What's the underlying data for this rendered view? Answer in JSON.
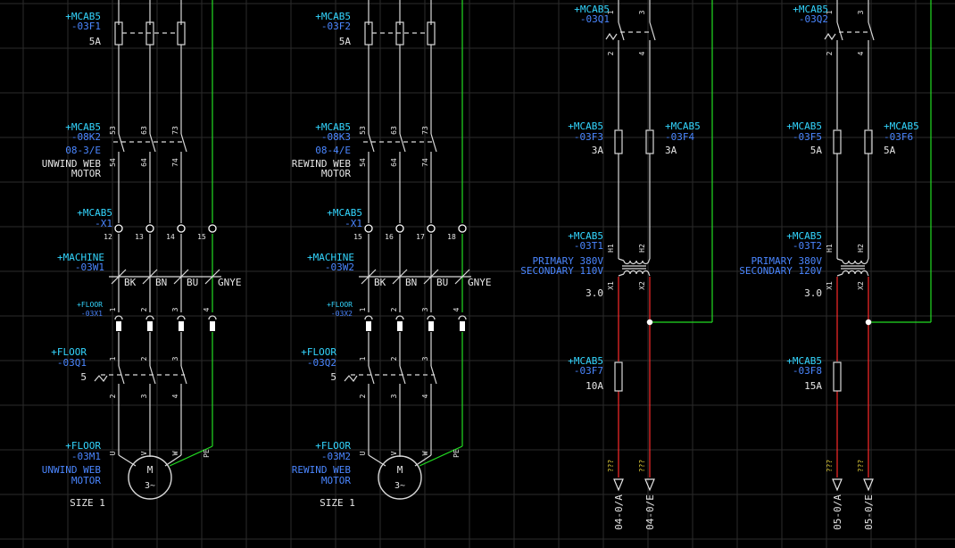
{
  "colors": {
    "background": "#000000",
    "grid": "#2b2b2b",
    "wire": "#d9d9d9",
    "pe_wire": "#22dd22",
    "live_wire": "#ff2a2a",
    "cyan_label": "#33d6ff",
    "blue_label": "#4a86ff",
    "white_text": "#e6e6e6",
    "yellow_text": "#e6d23a",
    "node": "#ffffff"
  },
  "motor_unwind": {
    "breaker": {
      "loc": "+MCAB5",
      "tag": "-03F1",
      "rating": "5A"
    },
    "contactor": {
      "loc": "+MCAB5",
      "tag": "-08K2",
      "ref": "08-3/E",
      "desc1": "UNWIND WEB",
      "desc2": "MOTOR",
      "pins_top": [
        "53",
        "63",
        "73"
      ],
      "pins_bot": [
        "54",
        "64",
        "74"
      ]
    },
    "terminals": {
      "loc": "+MCAB5",
      "tag": "-X1",
      "numbers": [
        "12",
        "13",
        "14",
        "15"
      ]
    },
    "cable": {
      "loc": "+MACHINE",
      "tag": "-03W1",
      "cores": [
        "BK",
        "BN",
        "BU",
        "GNYE"
      ]
    },
    "plug": {
      "loc": "+FLOOR",
      "tag": "-03X1",
      "pins": [
        "1",
        "2",
        "3",
        "4"
      ]
    },
    "isolator": {
      "loc": "+FLOOR",
      "tag": "-03Q1",
      "rating": "5",
      "pins_top": [
        "1",
        "2",
        "3"
      ],
      "pins_bot": [
        "2",
        "3",
        "4"
      ]
    },
    "motor": {
      "loc": "+FLOOR",
      "tag": "-03M1",
      "desc1": "UNWIND WEB",
      "desc2": "MOTOR",
      "symbol": "M",
      "phase": "3~",
      "size": "SIZE 1",
      "pins": [
        "U",
        "V",
        "W",
        "PE"
      ]
    }
  },
  "motor_rewind": {
    "breaker": {
      "loc": "+MCAB5",
      "tag": "-03F2",
      "rating": "5A"
    },
    "contactor": {
      "loc": "+MCAB5",
      "tag": "-08K3",
      "ref": "08-4/E",
      "desc1": "REWIND WEB",
      "desc2": "MOTOR",
      "pins_top": [
        "53",
        "63",
        "73"
      ],
      "pins_bot": [
        "54",
        "64",
        "74"
      ]
    },
    "terminals": {
      "loc": "+MCAB5",
      "tag": "-X1",
      "numbers": [
        "15",
        "16",
        "17",
        "18"
      ]
    },
    "cable": {
      "loc": "+MACHINE",
      "tag": "-03W2",
      "cores": [
        "BK",
        "BN",
        "BU",
        "GNYE"
      ]
    },
    "plug": {
      "loc": "+FLOOR",
      "tag": "-03X2",
      "pins": [
        "1",
        "2",
        "3",
        "4"
      ]
    },
    "isolator": {
      "loc": "+FLOOR",
      "tag": "-03Q2",
      "rating": "5",
      "pins_top": [
        "1",
        "2",
        "3"
      ],
      "pins_bot": [
        "2",
        "3",
        "4"
      ]
    },
    "motor": {
      "loc": "+FLOOR",
      "tag": "-03M2",
      "desc1": "REWIND WEB",
      "desc2": "MOTOR",
      "symbol": "M",
      "phase": "3~",
      "size": "SIZE 1",
      "pins": [
        "U",
        "V",
        "W",
        "PE"
      ]
    }
  },
  "supply_1": {
    "breaker": {
      "loc": "+MCAB5",
      "tag": "-03Q1",
      "pins_top": [
        "1",
        "3"
      ],
      "pins_bot": [
        "2",
        "4"
      ]
    },
    "fuse_left": {
      "loc": "+MCAB5",
      "tag": "-03F3",
      "rating": "3A"
    },
    "fuse_right": {
      "loc": "+MCAB5",
      "tag": "-03F4",
      "rating": "3A"
    },
    "transformer": {
      "loc": "+MCAB5",
      "tag": "-03T1",
      "primary": "PRIMARY 380V",
      "secondary": "SECONDARY 110V",
      "rating": "3.0",
      "pins_top": [
        "H1",
        "H2"
      ],
      "pins_bot": [
        "X1",
        "X2"
      ]
    },
    "fuse_out": {
      "loc": "+MCAB5",
      "tag": "-03F7",
      "rating": "10A"
    },
    "unknown": [
      "???",
      "???"
    ],
    "refs": [
      "04-0/A",
      "04-0/E"
    ]
  },
  "supply_2": {
    "breaker": {
      "loc": "+MCAB5",
      "tag": "-03Q2",
      "pins_top": [
        "1",
        "3"
      ],
      "pins_bot": [
        "2",
        "4"
      ]
    },
    "fuse_left": {
      "loc": "+MCAB5",
      "tag": "-03F5",
      "rating": "5A"
    },
    "fuse_right": {
      "loc": "+MCAB5",
      "tag": "-03F6",
      "rating": "5A"
    },
    "transformer": {
      "loc": "+MCAB5",
      "tag": "-03T2",
      "primary": "PRIMARY 380V",
      "secondary": "SECONDARY 120V",
      "rating": "3.0",
      "pins_top": [
        "H1",
        "H2"
      ],
      "pins_bot": [
        "X1",
        "X2"
      ]
    },
    "fuse_out": {
      "loc": "+MCAB5",
      "tag": "-03F8",
      "rating": "15A"
    },
    "unknown": [
      "???",
      "???"
    ],
    "refs": [
      "05-0/A",
      "05-0/E"
    ]
  }
}
